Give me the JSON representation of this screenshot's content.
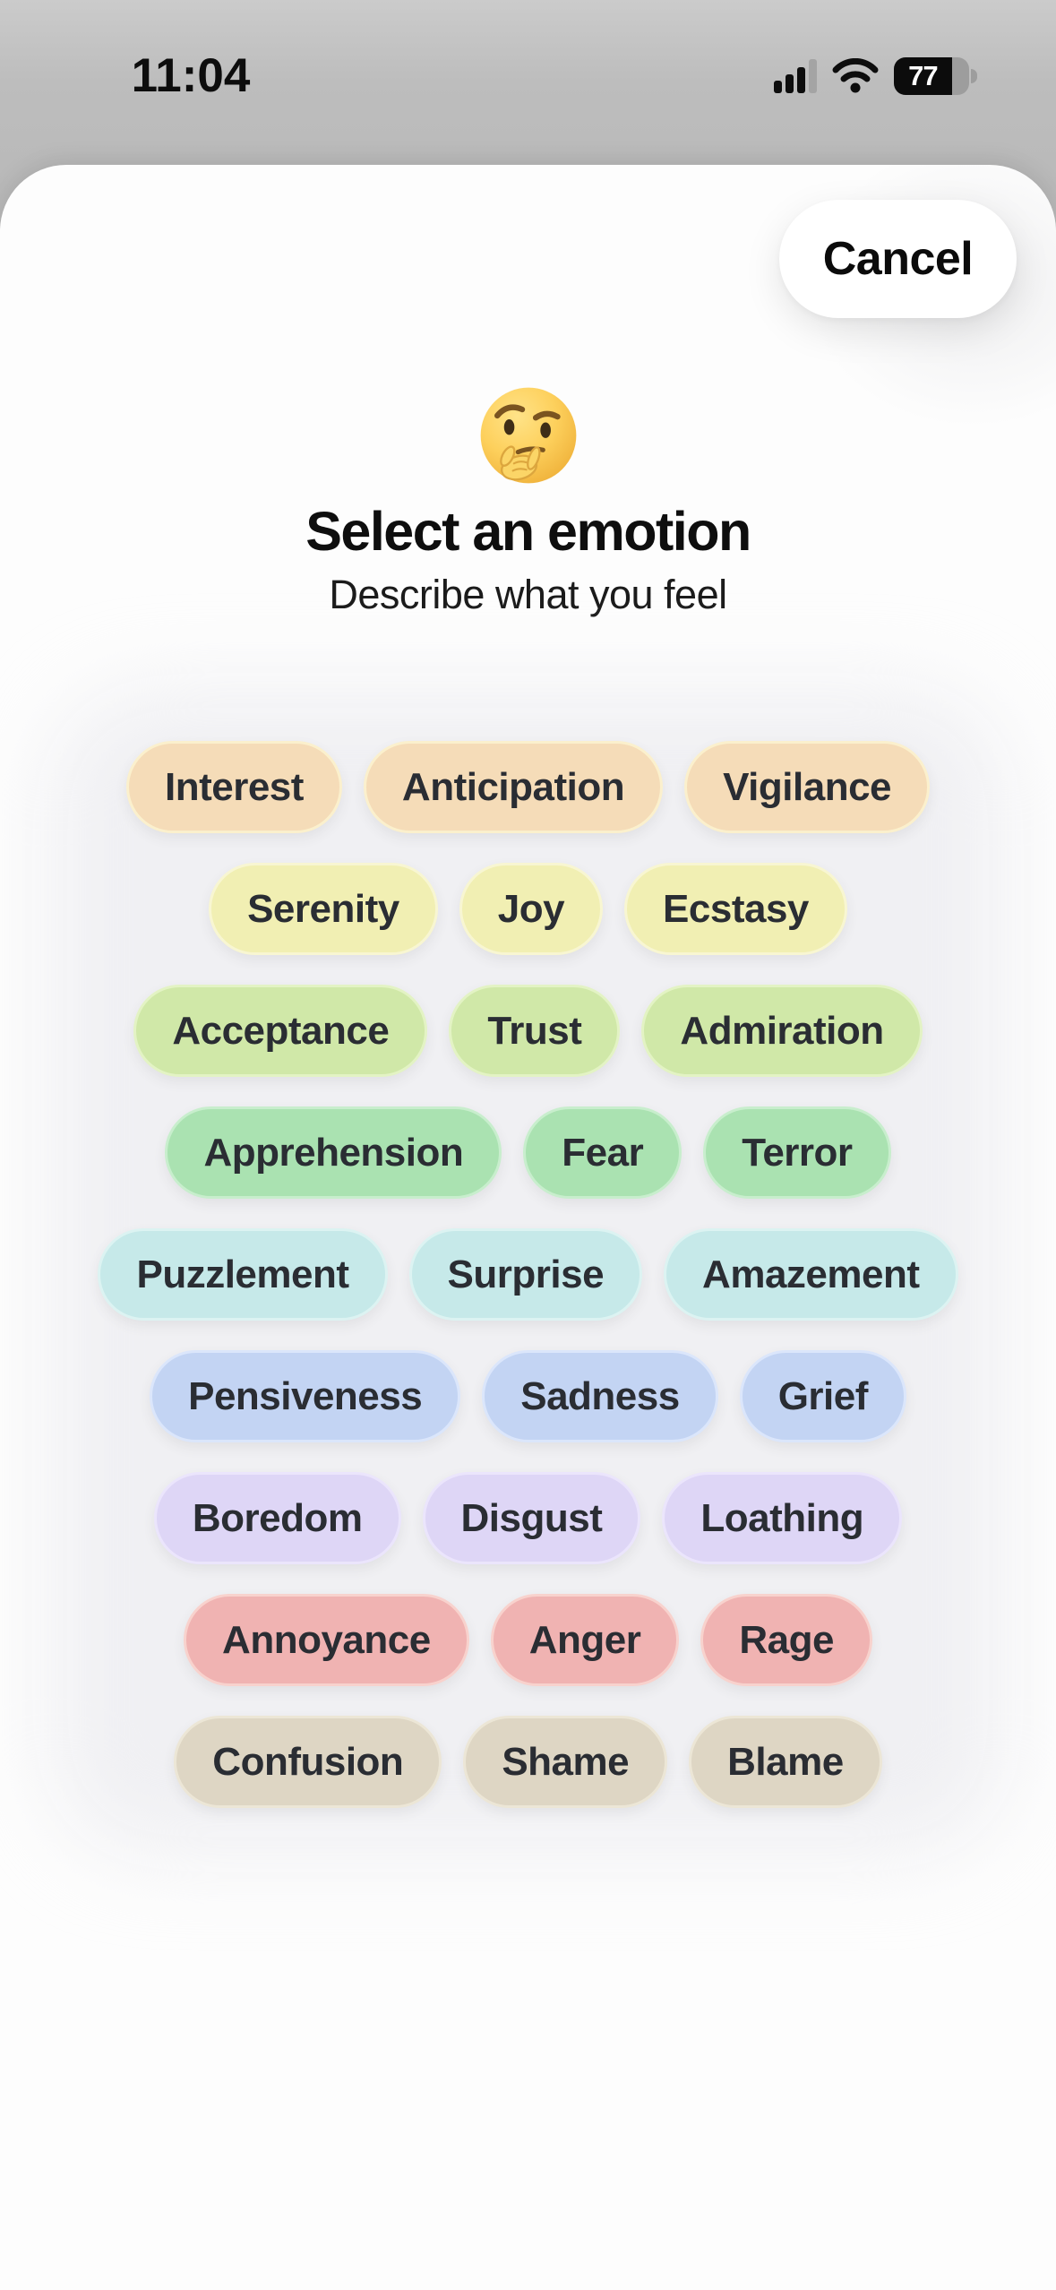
{
  "status_bar": {
    "time": "11:04",
    "battery_percent": "77",
    "signal_strength": "3-of-4 bars"
  },
  "sheet": {
    "cancel_label": "Cancel",
    "emoji": "thinking-face",
    "title": "Select an emotion",
    "subtitle": "Describe what you feel"
  },
  "emotion_rows": [
    {
      "fill": "#f5dcb8",
      "border": "#fbf0cd",
      "labels": [
        "Interest",
        "Anticipation",
        "Vigilance"
      ]
    },
    {
      "fill": "#f1efb3",
      "border": "#f8f6d2",
      "labels": [
        "Serenity",
        "Joy",
        "Ecstasy"
      ]
    },
    {
      "fill": "#d0e8a8",
      "border": "#e3f3c4",
      "labels": [
        "Acceptance",
        "Trust",
        "Admiration"
      ]
    },
    {
      "fill": "#aae2b1",
      "border": "#c8eecd",
      "labels": [
        "Apprehension",
        "Fear",
        "Terror"
      ]
    },
    {
      "fill": "#c6e9e9",
      "border": "#dcf3f2",
      "labels": [
        "Puzzlement",
        "Surprise",
        "Amazement"
      ]
    },
    {
      "fill": "#c3d4f3",
      "border": "#dbe6fb",
      "labels": [
        "Pensiveness",
        "Sadness",
        "Grief"
      ]
    },
    {
      "fill": "#ded6f6",
      "border": "#ebe5fc",
      "labels": [
        "Boredom",
        "Disgust",
        "Loathing"
      ]
    },
    {
      "fill": "#f0b3b2",
      "border": "#f8d2cd",
      "labels": [
        "Annoyance",
        "Anger",
        "Rage"
      ]
    },
    {
      "fill": "#ded6c4",
      "border": "#ece6d6",
      "labels": [
        "Confusion",
        "Shame",
        "Blame"
      ]
    }
  ],
  "colors": {
    "page_bg": "#bdbdbd",
    "sheet_bg": "#fdfdfd",
    "pill_text": "#2a2d33",
    "status_ink": "#0d0d0d",
    "battery_fill": "#0c0c0c",
    "battery_empty": "#9d9d9d"
  }
}
